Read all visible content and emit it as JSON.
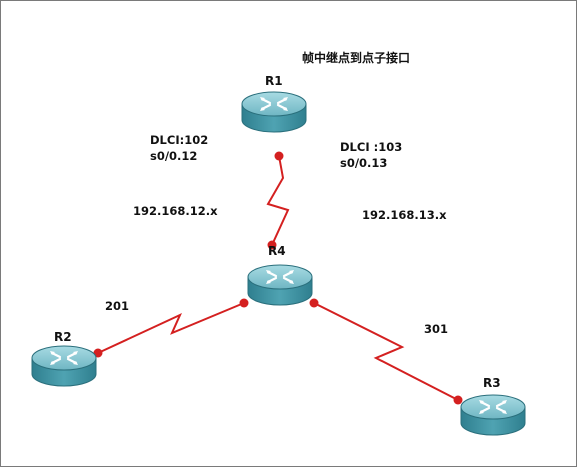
{
  "title": "帧中继点到点子接口",
  "routers": {
    "r1": {
      "name": "R1"
    },
    "r2": {
      "name": "R2"
    },
    "r3": {
      "name": "R3"
    },
    "r4": {
      "name": "R4"
    }
  },
  "links": {
    "r1_r4": {
      "dlci": "DLCI:102",
      "interface": "s0/0.12",
      "network": "192.168.12.x"
    },
    "r1_r3_side": {
      "dlci": "DLCI :103",
      "interface": "s0/0.13",
      "network": "192.168.13.x"
    },
    "r4_r2": {
      "dlci": "201"
    },
    "r4_r3": {
      "dlci": "301"
    }
  },
  "colors": {
    "link": "#d42020",
    "router_body": "#3b8f9e",
    "router_top": "#8cc9d4"
  }
}
